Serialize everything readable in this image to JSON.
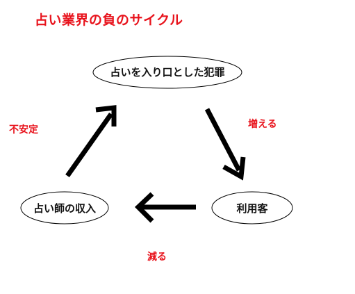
{
  "title": "占い業界の負のサイクル",
  "nodes": {
    "crime": "占いを入り口とした犯罪",
    "customers": "利用客",
    "income": "占い師の収入"
  },
  "edge_labels": {
    "increase": "増える",
    "decrease": "減る",
    "unstable": "不安定"
  },
  "colors": {
    "title": "#e8131c",
    "labels": "#e8131c",
    "text": "#111111",
    "stroke": "#000000"
  }
}
